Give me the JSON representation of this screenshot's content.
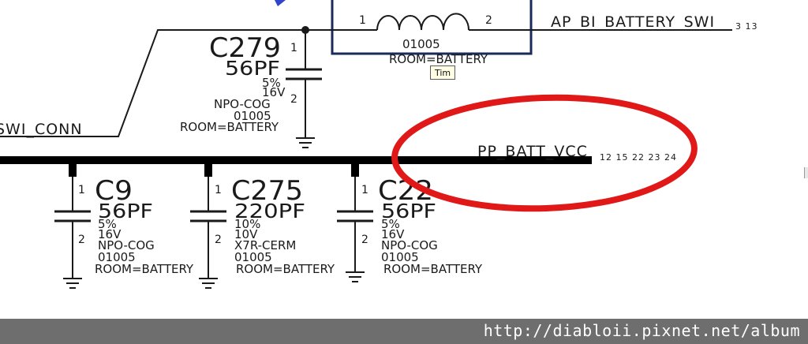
{
  "schematic": {
    "inductor": {
      "pin1": "1",
      "pin2": "2",
      "package": "01005",
      "room": "ROOM=BATTERY"
    },
    "net_ap_bi": {
      "name": "AP_BI_BATTERY_SWI",
      "xrefs": "3 13"
    },
    "net_swi_conn": {
      "name": "SWI_CONN"
    },
    "net_pp_batt": {
      "name": "PP_BATT_VCC",
      "xrefs": "12 15 22 23 24"
    },
    "capacitors": [
      {
        "ref": "C279",
        "value": "56PF",
        "tolerance": "5%",
        "voltage": "16V",
        "dielectric": "NPO-COG",
        "package": "01005",
        "room": "ROOM=BATTERY",
        "pin1": "1",
        "pin2": "2"
      },
      {
        "ref": "C9",
        "value": "56PF",
        "tolerance": "5%",
        "voltage": "16V",
        "dielectric": "NPO-COG",
        "package": "01005",
        "room": "ROOM=BATTERY",
        "pin1": "1",
        "pin2": "2"
      },
      {
        "ref": "C275",
        "value": "220PF",
        "tolerance": "10%",
        "voltage": "10V",
        "dielectric": "X7R-CERM",
        "package": "01005",
        "room": "ROOM=BATTERY",
        "pin1": "1",
        "pin2": "2"
      },
      {
        "ref": "C22",
        "value": "56PF",
        "tolerance": "5%",
        "voltage": "16V",
        "dielectric": "NPO-COG",
        "package": "01005",
        "room": "ROOM=BATTERY",
        "pin1": "1",
        "pin2": "2"
      }
    ],
    "highlight_color": "#e01818"
  },
  "tooltip": {
    "text": "Tim"
  },
  "footer": {
    "url": "http://diabloii.pixnet.net/album"
  }
}
